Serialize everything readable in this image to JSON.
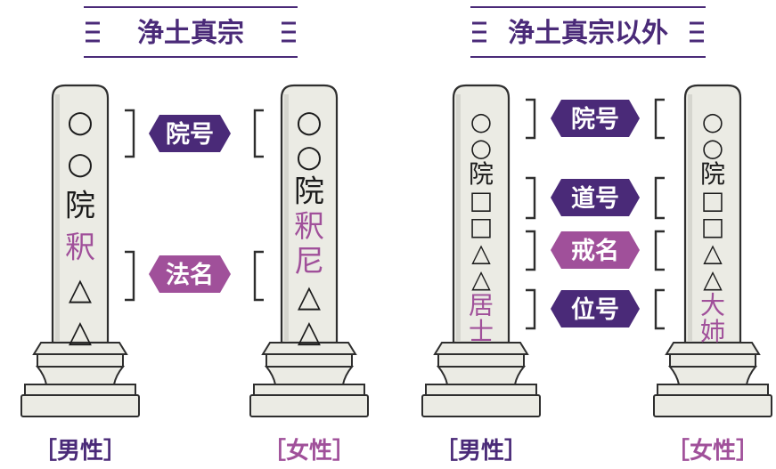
{
  "colors": {
    "dark_purple": "#4a2a78",
    "light_purple": "#a0509a",
    "stone": "#ebebe4",
    "outline": "#2e2e2e",
    "text_black": "#1c1c1c"
  },
  "sections": [
    {
      "title": "浄土真宗",
      "male": {
        "chars": [
          "○",
          "○",
          "院",
          "釈",
          "△",
          "△"
        ],
        "accent": [
          false,
          false,
          false,
          true,
          false,
          false
        ],
        "label": "［男性］"
      },
      "female": {
        "chars": [
          "○",
          "○",
          "院",
          "釈",
          "尼",
          "△",
          "△"
        ],
        "accent": [
          false,
          false,
          false,
          true,
          true,
          false,
          false
        ],
        "label": "［女性］"
      },
      "tags": [
        {
          "text": "院号",
          "style": "dark"
        },
        {
          "text": "法名",
          "style": "light"
        }
      ]
    },
    {
      "title": "浄土真宗以外",
      "male": {
        "chars": [
          "○",
          "○",
          "院",
          "□",
          "□",
          "△",
          "△",
          "居",
          "士"
        ],
        "accent": [
          false,
          false,
          false,
          false,
          false,
          false,
          false,
          true,
          true
        ],
        "label": "［男性］"
      },
      "female": {
        "chars": [
          "○",
          "○",
          "院",
          "□",
          "□",
          "△",
          "△",
          "大",
          "姉"
        ],
        "accent": [
          false,
          false,
          false,
          false,
          false,
          false,
          false,
          true,
          true
        ],
        "label": "［女性］"
      },
      "tags": [
        {
          "text": "院号",
          "style": "dark"
        },
        {
          "text": "道号",
          "style": "dark"
        },
        {
          "text": "戒名",
          "style": "light"
        },
        {
          "text": "位号",
          "style": "dark"
        }
      ]
    }
  ]
}
